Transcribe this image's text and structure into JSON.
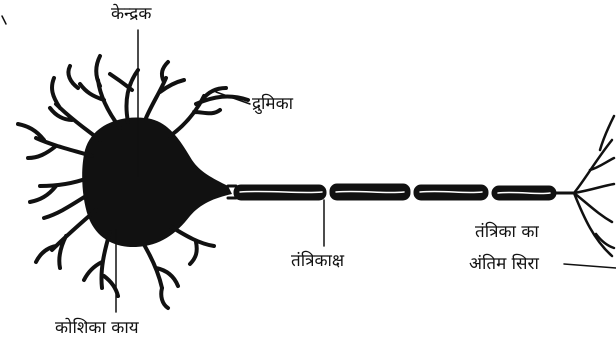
{
  "labels": {
    "nucleus": "केन्द्रक",
    "dendrite": "द्रुमिका",
    "axon": "तंत्रिकाक्ष",
    "axon_terminal_line1": "तंत्रिका का",
    "axon_terminal_line2": "अंतिम सिरा",
    "cell_body": "कोशिका काय"
  },
  "colors": {
    "ink": "#111111",
    "background": "#ffffff"
  }
}
